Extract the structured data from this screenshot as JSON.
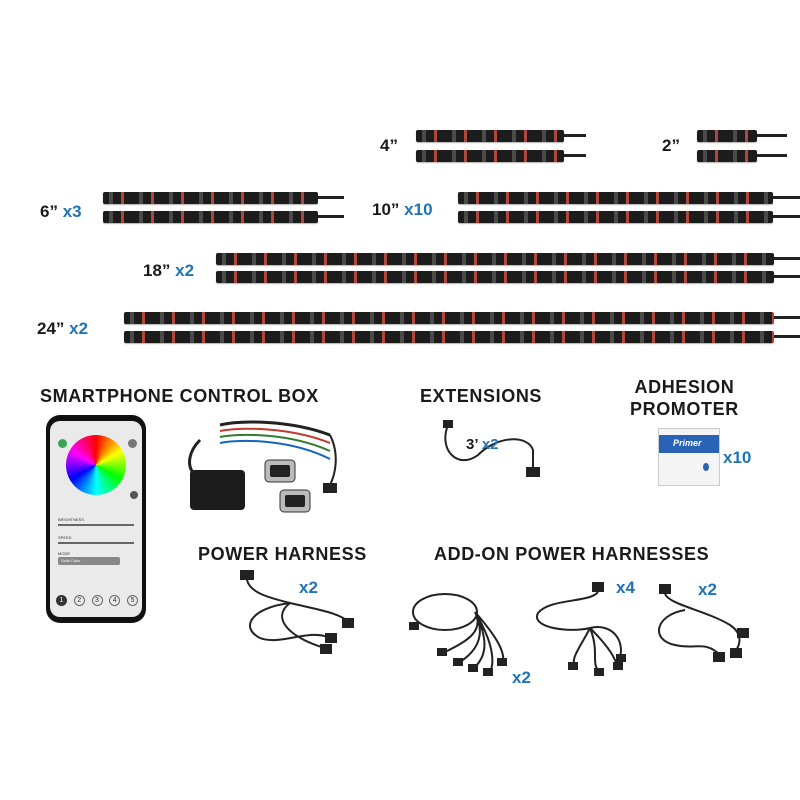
{
  "strips": {
    "s4": {
      "size": "4”",
      "qty": ""
    },
    "s2": {
      "size": "2”",
      "qty": ""
    },
    "s6": {
      "size": "6”",
      "qty": "x3"
    },
    "s10": {
      "size": "10”",
      "qty": "x10"
    },
    "s18": {
      "size": "18”",
      "qty": "x2"
    },
    "s24": {
      "size": "24”",
      "qty": "x2"
    }
  },
  "sections": {
    "smartphone": "SMARTPHONE CONTROL BOX",
    "extensions": "EXTENSIONS",
    "extensions_qty_len": "3’",
    "extensions_qty": "x2",
    "adhesion_line1": "ADHESION",
    "adhesion_line2": "PROMOTER",
    "adhesion_qty": "x10",
    "adhesion_packet": "Primer",
    "power": "POWER HARNESS",
    "power_qty": "x2",
    "addon": "ADD-ON POWER HARNESSES",
    "addon_qty_a": "x2",
    "addon_qty_b": "x4",
    "addon_qty_c": "x2"
  },
  "phone": {
    "brightness": "BRIGHTNESS",
    "speed": "SPEED",
    "mode": "MODE",
    "mode_value": "Solid Color",
    "buttons": [
      "1",
      "2",
      "3",
      "4",
      "5"
    ]
  },
  "colors": {
    "accent": "#1f74b8",
    "text": "#1a1a1a"
  }
}
